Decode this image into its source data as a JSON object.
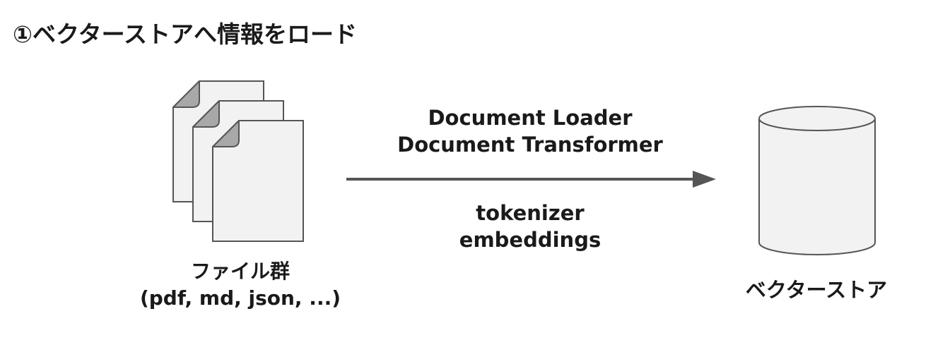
{
  "title": "①ベクターストアへ情報をロード",
  "files": {
    "label_line1": "ファイル群",
    "label_line2": "(pdf, md, json, ...)",
    "icon": "document-stack-icon"
  },
  "process": {
    "top_line1": "Document Loader",
    "top_line2": "Document Transformer",
    "bottom_line1": "tokenizer",
    "bottom_line2": "embeddings",
    "arrow_icon": "arrow-right-icon"
  },
  "store": {
    "label": "ベクターストア",
    "icon": "database-cylinder-icon"
  },
  "colors": {
    "shape_fill": "#f2f2f2",
    "stroke": "#555555",
    "arrow": "#555555",
    "text": "#1a1a1a"
  }
}
